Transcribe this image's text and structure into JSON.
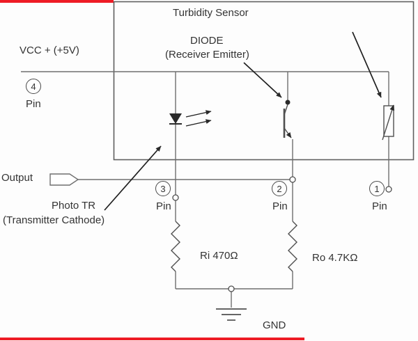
{
  "title": "Turbidity Sensor",
  "annotations": {
    "diode_line1": "DIODE",
    "diode_line2": "(Receiver Emitter)",
    "photo_tr_line1": "Photo TR",
    "photo_tr_line2": "(Transmitter Cathode)"
  },
  "labels": {
    "vcc": "VCC + (+5V)",
    "output": "Output",
    "ri": "Ri 470Ω",
    "ro": "Ro 4.7KΩ",
    "gnd": "GND"
  },
  "pins": [
    {
      "number": "4",
      "label": "Pin"
    },
    {
      "number": "3",
      "label": "Pin"
    },
    {
      "number": "2",
      "label": "Pin"
    },
    {
      "number": "1",
      "label": "Pin"
    }
  ],
  "colors": {
    "wire": "#6e6e6e",
    "component": "#4f4f4f",
    "annotation": "#1f1f1f",
    "text": "#333333",
    "red_edge": "#ee1c25"
  }
}
